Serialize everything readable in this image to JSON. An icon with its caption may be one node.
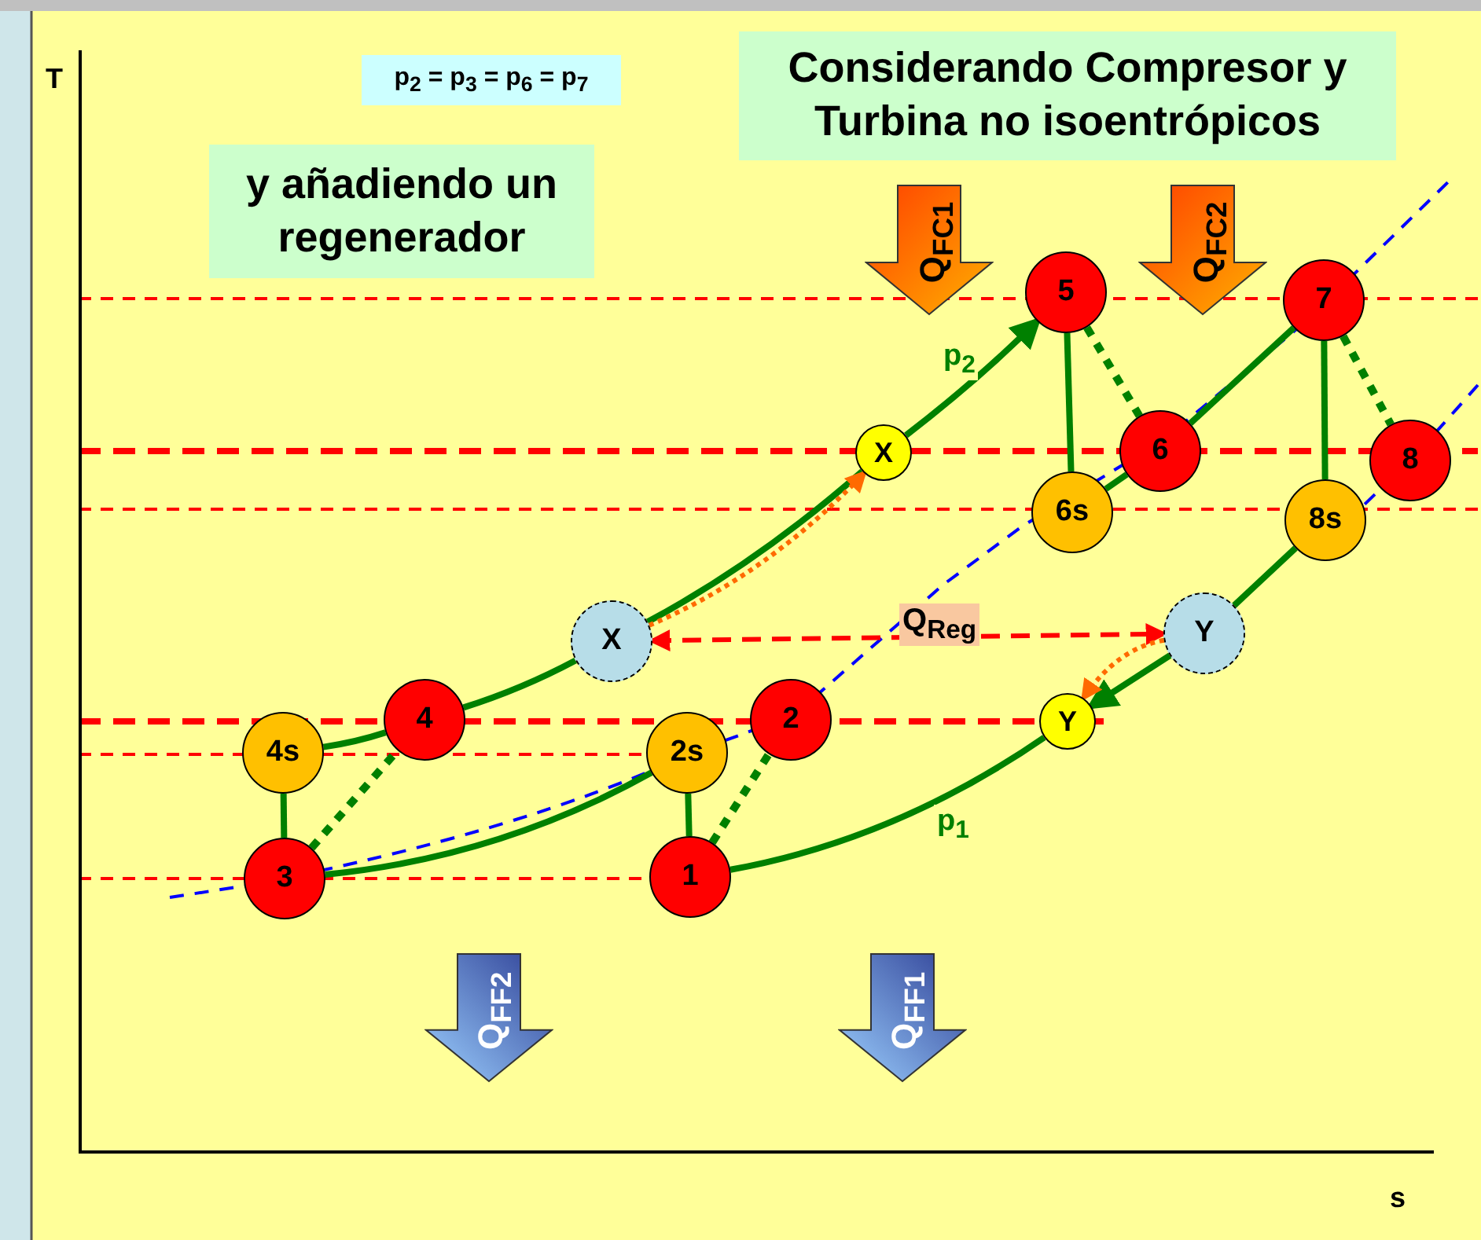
{
  "diagram": {
    "nodes": [
      {
        "text": [
          "Considerando Compresor y Turbina no isoentrópicos"
        ]
      },
      {
        "text": [
          "y añadiendo un regenerador"
        ]
      },
      {
        "text": [
          "p$_{2}$ = p$_{3}$ = p$_{6}$ = p$_{7}$"
        ]
      },
      {
        "text": [
          "3"
        ]
      },
      {
        "text": [
          "4s"
        ]
      },
      {
        "text": [
          "4"
        ]
      },
      {
        "text": [
          "X"
        ]
      },
      {
        "text": [
          "X"
        ]
      },
      {
        "text": [
          "5"
        ]
      },
      {
        "text": [
          "6s"
        ]
      },
      {
        "text": [
          "6"
        ]
      },
      {
        "text": [
          "7"
        ]
      },
      {
        "text": [
          "8s"
        ]
      },
      {
        "text": [
          "8"
        ]
      },
      {
        "text": [
          "Y"
        ]
      },
      {
        "text": [
          "Y"
        ]
      },
      {
        "text": [
          "1"
        ]
      },
      {
        "text": [
          "2s"
        ]
      },
      {
        "text": [
          "2"
        ]
      },
      {
        "text": [
          "Q$_{FC1}$"
        ]
      },
      {
        "text": [
          "Q$_{FC2}$"
        ]
      },
      {
        "text": [
          "Q$_{FF2}$"
        ]
      },
      {
        "text": [
          "Q$_{FF1}$"
        ]
      }
    ],
    "edges": [
      {
        "from": 3,
        "to": 4,
        "arrow": "none"
      },
      {
        "from": 3,
        "to": 5,
        "arrow": "none",
        "style": "dashed"
      },
      {
        "from": 4,
        "to": 5,
        "arrow": "none"
      },
      {
        "from": 5,
        "to": 6,
        "arrow": "none"
      },
      {
        "from": 6,
        "to": 7,
        "arrow": "none"
      },
      {
        "from": 7,
        "to": 8,
        "arrow": "to",
        "label": "p$_{2}$"
      },
      {
        "from": 8,
        "to": 9,
        "arrow": "none"
      },
      {
        "from": 8,
        "to": 10,
        "arrow": "none",
        "style": "dashed"
      },
      {
        "from": 9,
        "to": 10,
        "arrow": "none"
      },
      {
        "from": 10,
        "to": 11,
        "arrow": "none"
      },
      {
        "from": 11,
        "to": 12,
        "arrow": "none"
      },
      {
        "from": 11,
        "to": 13,
        "arrow": "none",
        "style": "dashed"
      },
      {
        "from": 12,
        "to": 14,
        "arrow": "none"
      },
      {
        "from": 14,
        "to": 15,
        "arrow": "to"
      },
      {
        "from": 15,
        "to": 16,
        "arrow": "none",
        "label": "p$_{1}$"
      },
      {
        "from": 16,
        "to": 17,
        "arrow": "none"
      },
      {
        "from": 16,
        "to": 18,
        "arrow": "none",
        "style": "dashed"
      },
      {
        "from": 17,
        "to": 3,
        "arrow": "none"
      },
      {
        "from": 6,
        "to": 14,
        "arrow": "both",
        "label": "Q$_{Reg}$",
        "style": "dashed",
        "color": "#ff0000"
      },
      {
        "from": 6,
        "to": 7,
        "arrow": "to",
        "style": "dashed",
        "color": "#ff6a00"
      },
      {
        "from": 14,
        "to": 15,
        "arrow": "to",
        "style": "dashed",
        "color": "#ff6a00"
      }
    ],
    "labels": [
      "T",
      "s"
    ]
  }
}
